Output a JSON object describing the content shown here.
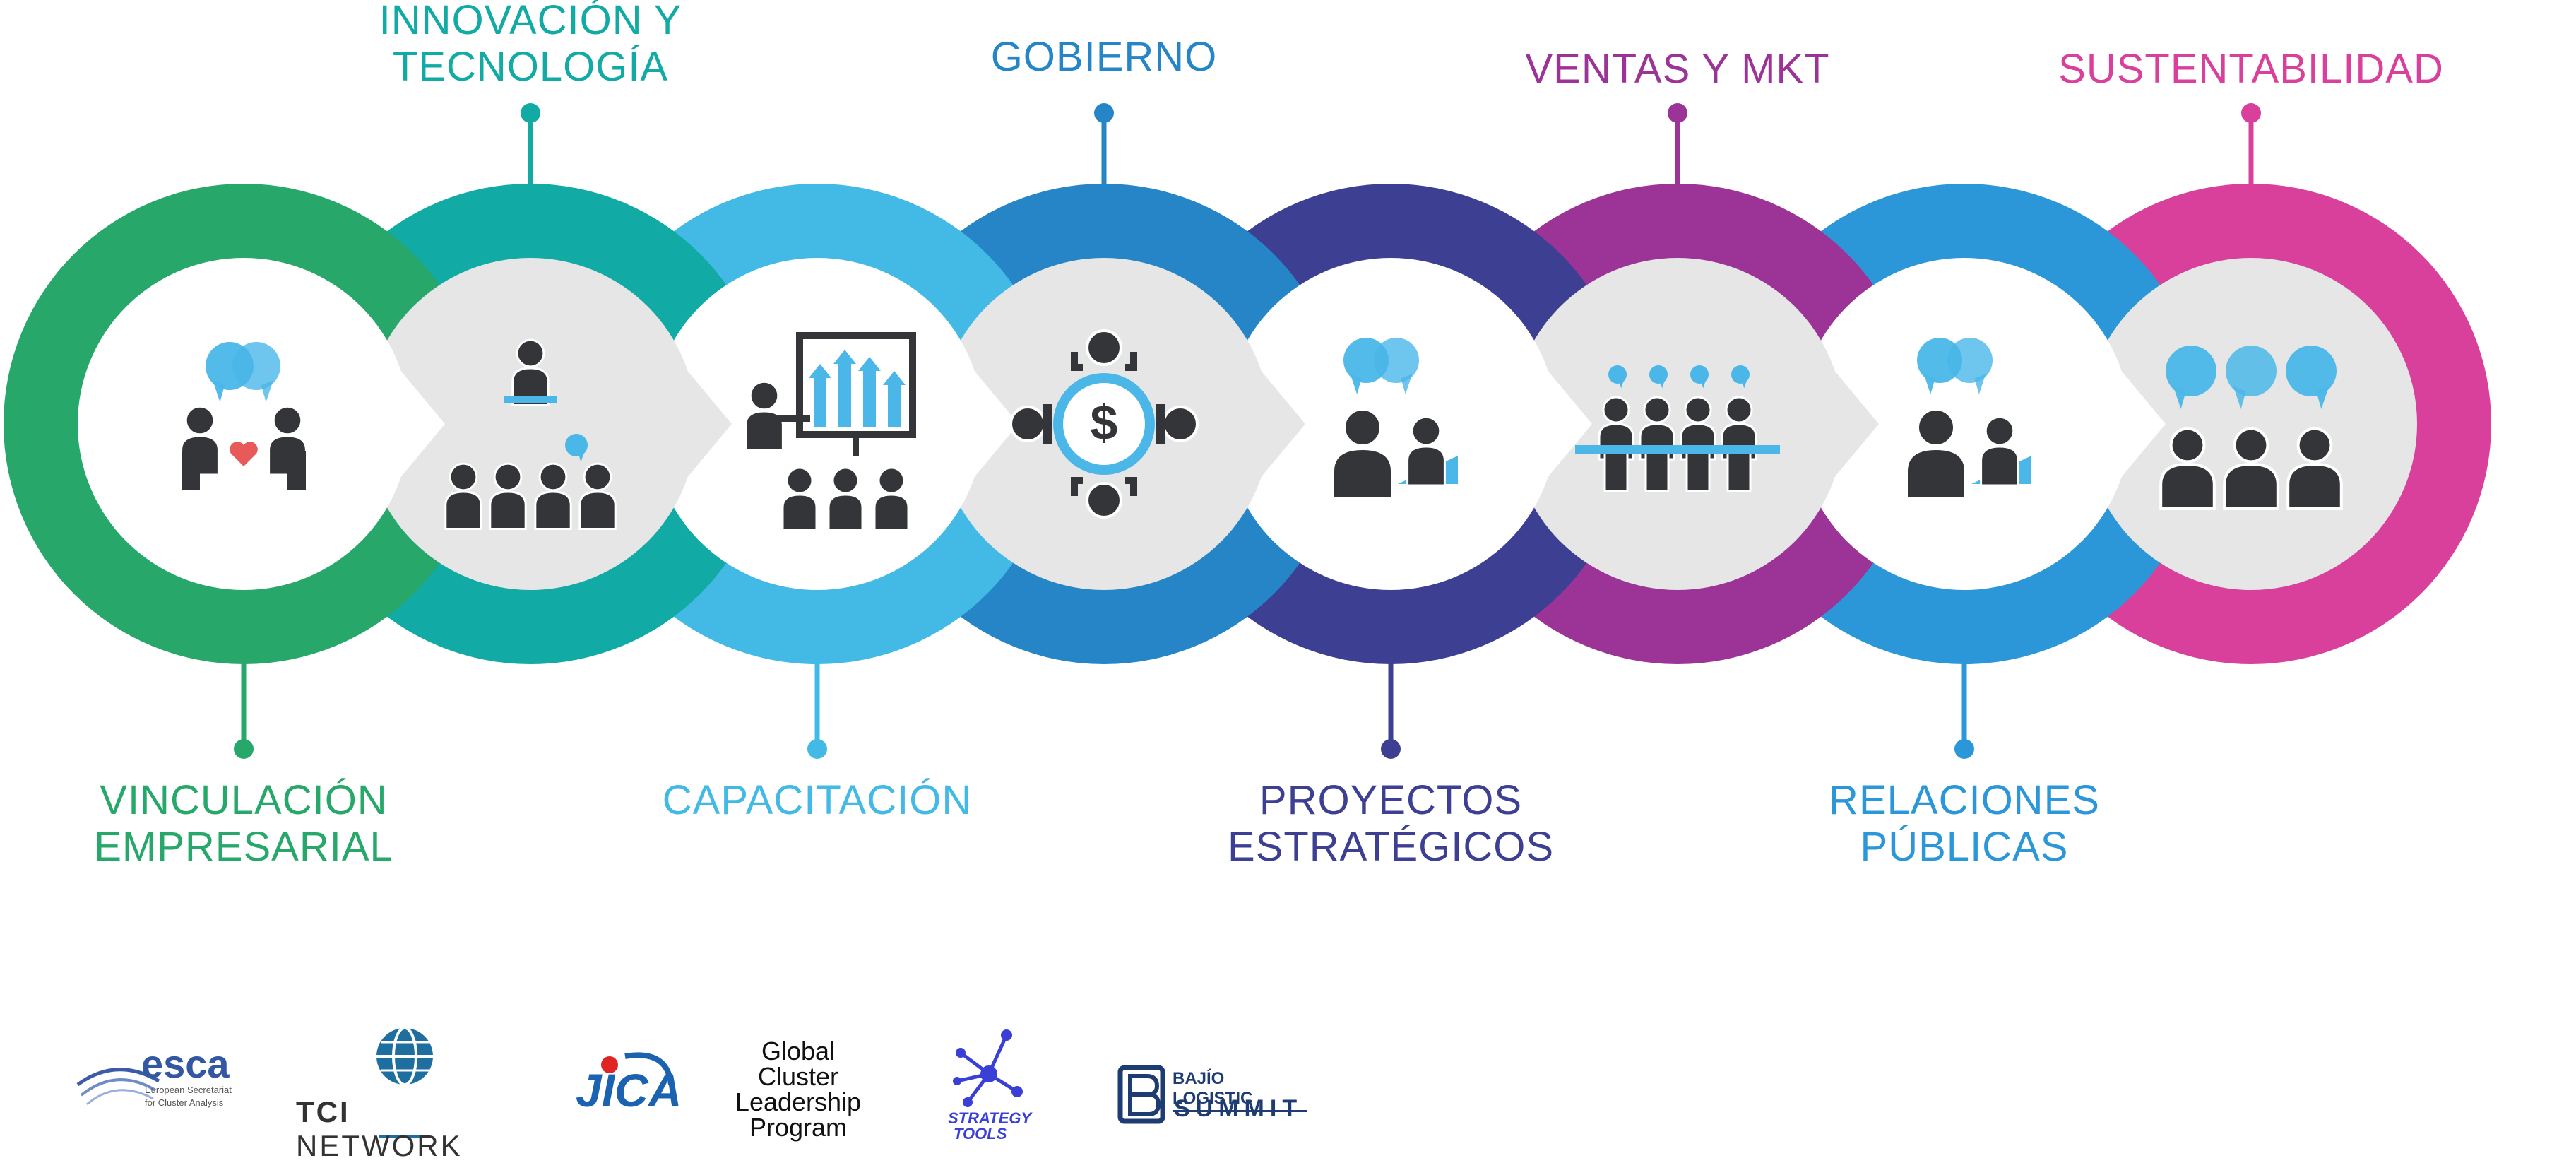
{
  "stages": [
    {
      "id": "vinculacion",
      "lines": [
        "VINCULACIÓN",
        "EMPRESARIAL"
      ],
      "color": "#27a86a",
      "label_position": "bottom",
      "icon": "handshake-heart-icon"
    },
    {
      "id": "innovacion",
      "lines": [
        "INNOVACIÓN Y",
        "TECNOLOGÍA"
      ],
      "color": "#12aaa4",
      "label_position": "top",
      "icon": "speaker-audience-icon"
    },
    {
      "id": "capacitacion",
      "lines": [
        "CAPACITACIÓN"
      ],
      "color": "#43b9e6",
      "label_position": "bottom",
      "icon": "presentation-board-icon"
    },
    {
      "id": "gobierno",
      "lines": [
        "GOBIERNO"
      ],
      "color": "#2585c7",
      "label_position": "top",
      "icon": "money-people-icon"
    },
    {
      "id": "proyectos",
      "lines": [
        "PROYECTOS",
        "ESTRATÉGICOS"
      ],
      "color": "#3d3f93",
      "label_position": "bottom",
      "icon": "people-talk-icon"
    },
    {
      "id": "ventas",
      "lines": [
        "VENTAS Y MKT"
      ],
      "color": "#9c3396",
      "label_position": "top",
      "icon": "team-table-icon"
    },
    {
      "id": "relaciones",
      "lines": [
        "RELACIONES",
        "PÚBLICAS"
      ],
      "color": "#2b97d8",
      "label_position": "bottom",
      "icon": "people-talk-icon"
    },
    {
      "id": "sustentabilidad",
      "lines": [
        "SUSTENTABILIDAD"
      ],
      "color": "#d8409b",
      "label_position": "top",
      "icon": "group-chat-icon"
    }
  ],
  "logos": {
    "esca": {
      "name": "esca",
      "sub1": "European Secretariat",
      "sub2": "for Cluster Analysis"
    },
    "tci": {
      "name1": "TCI",
      "name2": "NETWORK"
    },
    "jica": {
      "name": "JICA"
    },
    "gclp": {
      "l1": "Global",
      "l2": "Cluster",
      "l3": "Leadership",
      "l4": "Program"
    },
    "strategy": {
      "l1": "STRATEGY",
      "l2": "TOOLS"
    },
    "bajio": {
      "l1": "BAJÍO LOGISTIC",
      "l2": "SUMMIT"
    }
  },
  "colors": {
    "inner_gray": "#e6e6e6",
    "icon_dark": "#333538",
    "bubble_blue": "#4ab7e8",
    "heart": "#e85a5a"
  }
}
